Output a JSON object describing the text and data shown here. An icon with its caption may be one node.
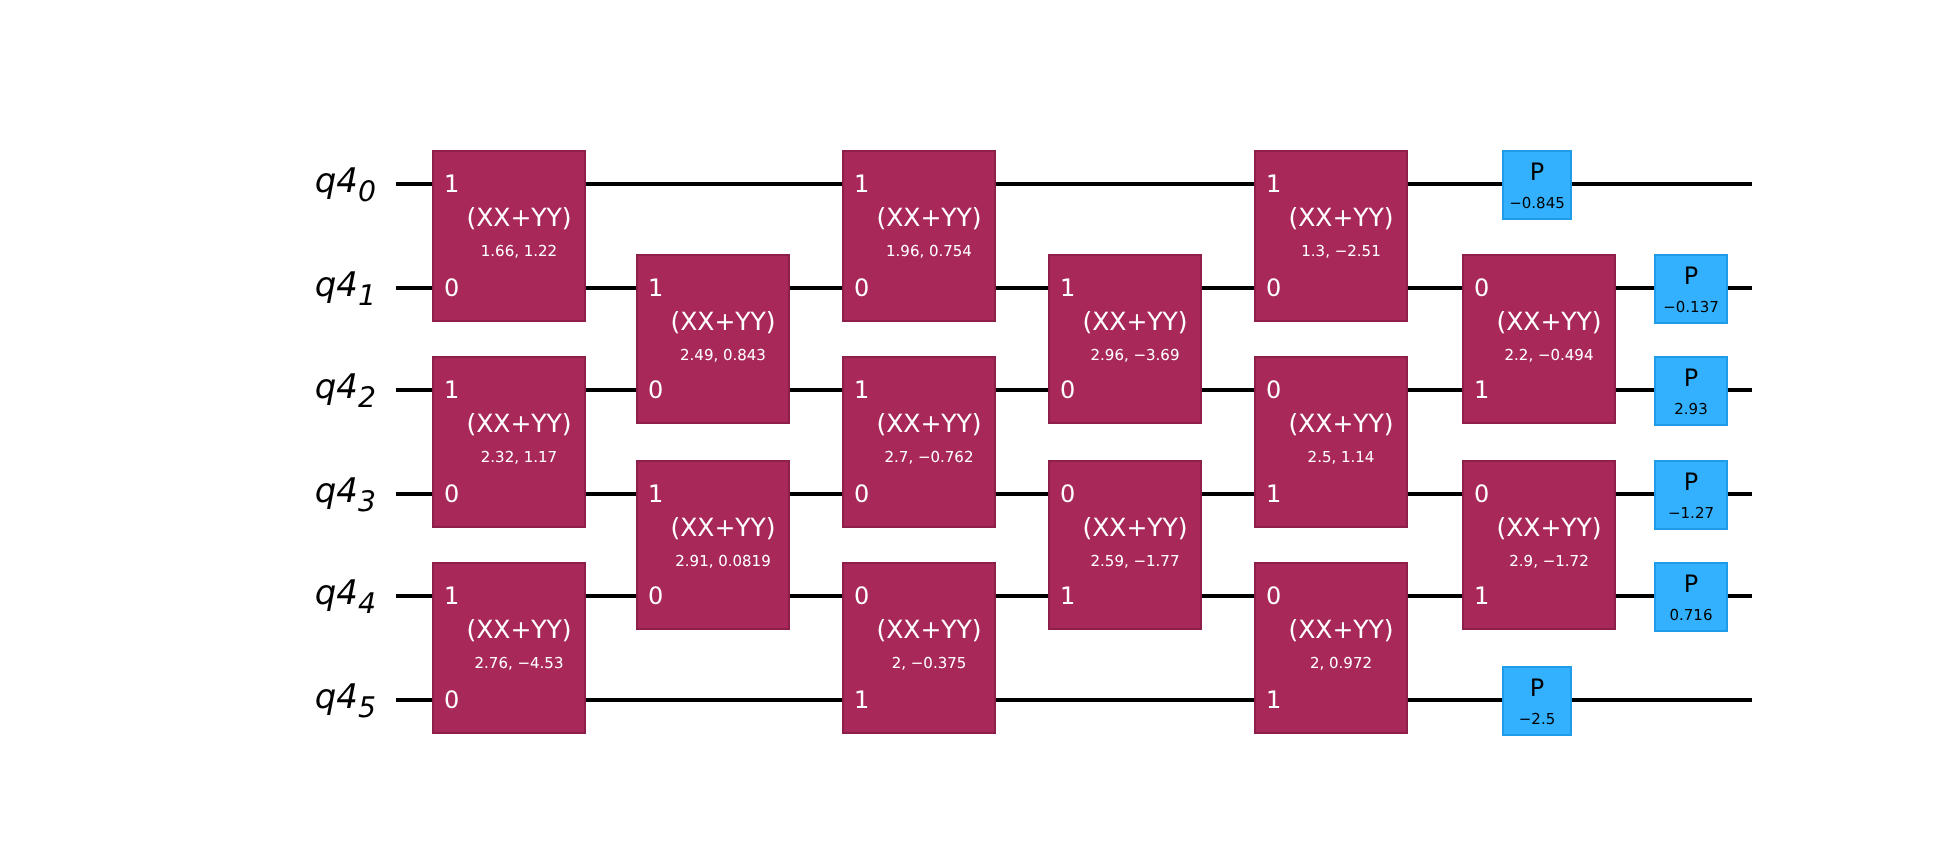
{
  "diagram": {
    "nodes": [
      {
        "text": [
          "q4$_{0}$"
        ]
      },
      {
        "text": [
          "q4$_{1}$"
        ]
      },
      {
        "text": [
          "q4$_{2}$"
        ]
      },
      {
        "text": [
          "q4$_{3}$"
        ]
      },
      {
        "text": [
          "q4$_{4}$"
        ]
      },
      {
        "text": [
          "q4$_{5}$"
        ]
      },
      {
        "text": [
          "1",
          "(XX+YY)",
          "1.66, 1.22",
          "0"
        ]
      },
      {
        "text": [
          "1",
          "(XX+YY)",
          "2.32, 1.17",
          "0"
        ]
      },
      {
        "text": [
          "1",
          "(XX+YY)",
          "2.76, −4.53",
          "0"
        ]
      },
      {
        "text": [
          "1",
          "(XX+YY)",
          "2.49, 0.843",
          "0"
        ]
      },
      {
        "text": [
          "1",
          "(XX+YY)",
          "2.91, 0.0819",
          "0"
        ]
      },
      {
        "text": [
          "1",
          "(XX+YY)",
          "1.96, 0.754",
          "0"
        ]
      },
      {
        "text": [
          "1",
          "(XX+YY)",
          "2.7, −0.762",
          "0"
        ]
      },
      {
        "text": [
          "0",
          "(XX+YY)",
          "2, −0.375",
          "1"
        ]
      },
      {
        "text": [
          "1",
          "(XX+YY)",
          "2.96, −3.69",
          "0"
        ]
      },
      {
        "text": [
          "0",
          "(XX+YY)",
          "2.59, −1.77",
          "1"
        ]
      },
      {
        "text": [
          "1",
          "(XX+YY)",
          "1.3, −2.51",
          "0"
        ]
      },
      {
        "text": [
          "0",
          "(XX+YY)",
          "2.5, 1.14",
          "1"
        ]
      },
      {
        "text": [
          "0",
          "(XX+YY)",
          "2, 0.972",
          "1"
        ]
      },
      {
        "text": [
          "P",
          "−0.845"
        ]
      },
      {
        "text": [
          "0",
          "(XX+YY)",
          "2.2, −0.494",
          "1"
        ]
      },
      {
        "text": [
          "0",
          "(XX+YY)",
          "2.9, −1.72",
          "1"
        ]
      },
      {
        "text": [
          "P",
          "−2.5"
        ]
      },
      {
        "text": [
          "P",
          "−0.137"
        ]
      },
      {
        "text": [
          "P",
          "2.93"
        ]
      },
      {
        "text": [
          "P",
          "−1.27"
        ]
      },
      {
        "text": [
          "P",
          "0.716"
        ]
      }
    ],
    "edges": [
      {
        "from": 0,
        "to": 6,
        "arrow": "none"
      },
      {
        "from": 6,
        "to": 11,
        "arrow": "none"
      },
      {
        "from": 11,
        "to": 16,
        "arrow": "none"
      },
      {
        "from": 16,
        "to": 19,
        "arrow": "none"
      },
      {
        "from": 19,
        "to": null,
        "arrow": "none"
      },
      {
        "from": 1,
        "to": 6,
        "arrow": "none"
      },
      {
        "from": 6,
        "to": 9,
        "arrow": "none"
      },
      {
        "from": 9,
        "to": 11,
        "arrow": "none"
      },
      {
        "from": 11,
        "to": 14,
        "arrow": "none"
      },
      {
        "from": 14,
        "to": 16,
        "arrow": "none"
      },
      {
        "from": 16,
        "to": 20,
        "arrow": "none"
      },
      {
        "from": 20,
        "to": 23,
        "arrow": "none"
      },
      {
        "from": 23,
        "to": null,
        "arrow": "none"
      },
      {
        "from": 2,
        "to": 7,
        "arrow": "none"
      },
      {
        "from": 7,
        "to": 9,
        "arrow": "none"
      },
      {
        "from": 9,
        "to": 12,
        "arrow": "none"
      },
      {
        "from": 12,
        "to": 14,
        "arrow": "none"
      },
      {
        "from": 14,
        "to": 17,
        "arrow": "none"
      },
      {
        "from": 17,
        "to": 20,
        "arrow": "none"
      },
      {
        "from": 20,
        "to": 24,
        "arrow": "none"
      },
      {
        "from": 24,
        "to": null,
        "arrow": "none"
      },
      {
        "from": 3,
        "to": 7,
        "arrow": "none"
      },
      {
        "from": 7,
        "to": 10,
        "arrow": "none"
      },
      {
        "from": 10,
        "to": 12,
        "arrow": "none"
      },
      {
        "from": 12,
        "to": 15,
        "arrow": "none"
      },
      {
        "from": 15,
        "to": 17,
        "arrow": "none"
      },
      {
        "from": 17,
        "to": 21,
        "arrow": "none"
      },
      {
        "from": 21,
        "to": 25,
        "arrow": "none"
      },
      {
        "from": 25,
        "to": null,
        "arrow": "none"
      },
      {
        "from": 4,
        "to": 8,
        "arrow": "none"
      },
      {
        "from": 8,
        "to": 10,
        "arrow": "none"
      },
      {
        "from": 10,
        "to": 13,
        "arrow": "none"
      },
      {
        "from": 13,
        "to": 15,
        "arrow": "none"
      },
      {
        "from": 15,
        "to": 18,
        "arrow": "none"
      },
      {
        "from": 18,
        "to": 21,
        "arrow": "none"
      },
      {
        "from": 21,
        "to": 26,
        "arrow": "none"
      },
      {
        "from": 26,
        "to": null,
        "arrow": "none"
      },
      {
        "from": 5,
        "to": 8,
        "arrow": "none"
      },
      {
        "from": 8,
        "to": 13,
        "arrow": "none"
      },
      {
        "from": 13,
        "to": 18,
        "arrow": "none"
      },
      {
        "from": 18,
        "to": 22,
        "arrow": "none"
      },
      {
        "from": 22,
        "to": null,
        "arrow": "none"
      }
    ]
  }
}
